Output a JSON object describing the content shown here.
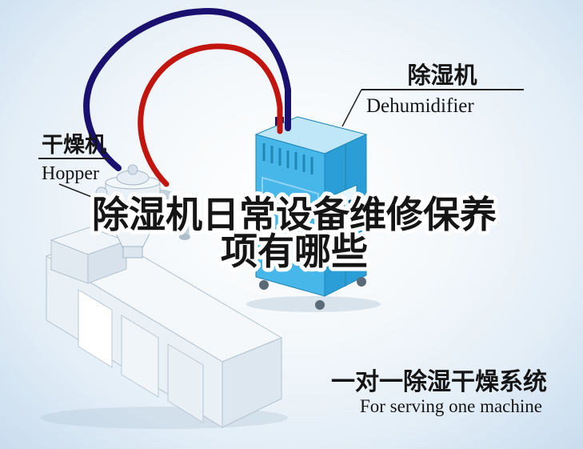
{
  "illustration": {
    "hopper_label": {
      "zh": "干燥机",
      "en": "Hopper"
    },
    "dehumidifier_label": {
      "zh": "除湿机",
      "en": "Dehumidifier"
    }
  },
  "title": {
    "line1": "除湿机日常设备维修保养",
    "line2": "项有哪些",
    "color": "#2e8ae6"
  },
  "caption": {
    "zh": "一对一除湿干燥系统",
    "en": "For serving one machine"
  },
  "colors": {
    "pipe_red": "#c3150f",
    "pipe_blue": "#191070",
    "dehumidifier_top": "#bfe7f8",
    "dehumidifier_front": "#47b6e9",
    "dehumidifier_side": "#2b9ed8",
    "machine_body": "#e9f0f6",
    "label_text": "#151515"
  }
}
